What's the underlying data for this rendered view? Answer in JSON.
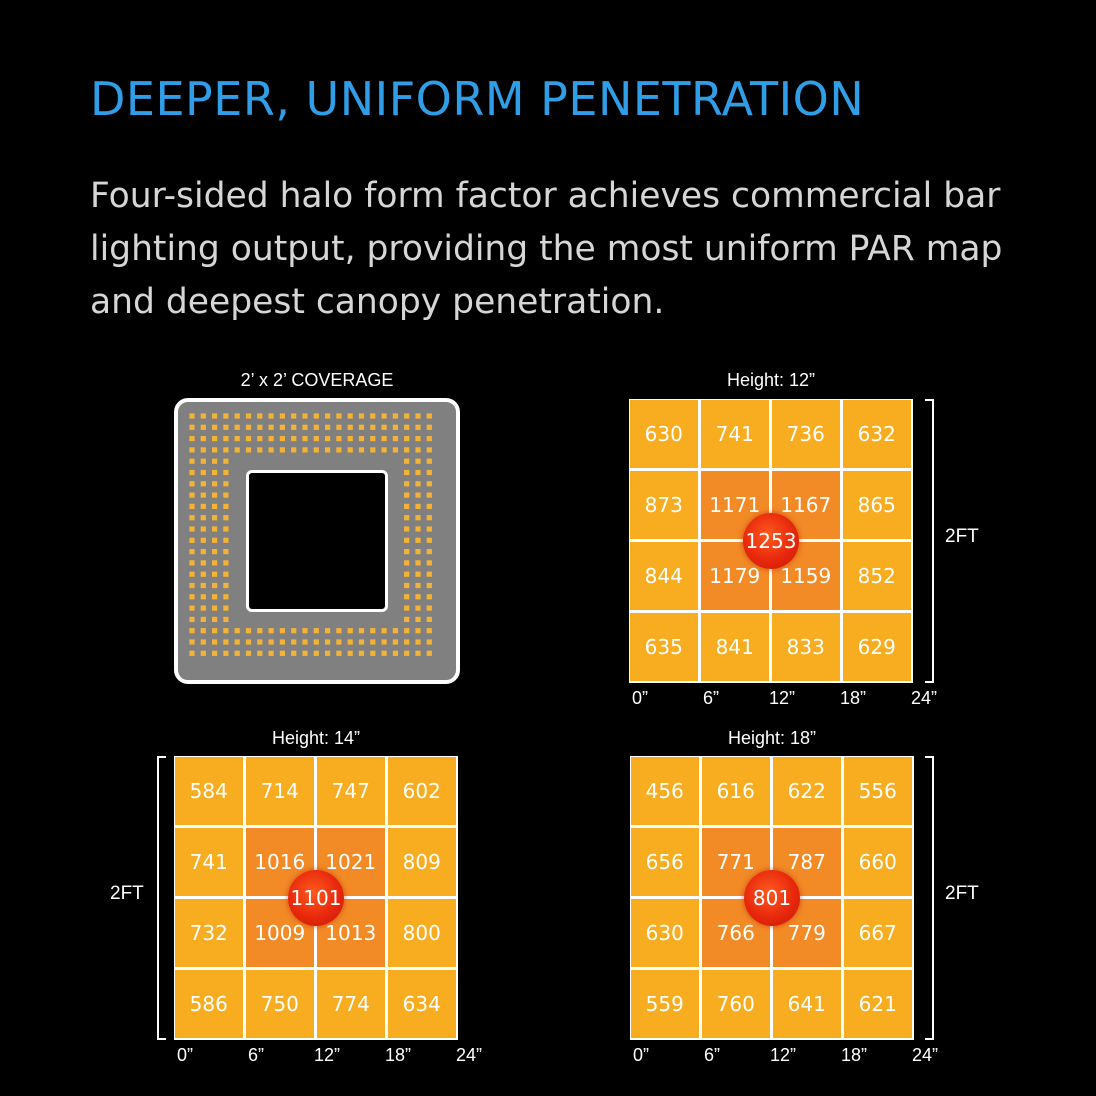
{
  "header": {
    "title": "DEEPER, UNIFORM PENETRATION",
    "subtitle": "Four-sided halo form factor achieves commercial bar lighting output, providing the most uniform PAR map and deepest canopy penetration."
  },
  "lamp": {
    "caption": "2’ x 2’ COVERAGE"
  },
  "colors": {
    "edge_cell": "#f7ad1f",
    "center_cell": "#f28a26",
    "peak": "#e8280c",
    "title": "#2f9ee6"
  },
  "chart_data": [
    {
      "type": "heatmap",
      "title": "Height: 12”",
      "values": [
        [
          630,
          741,
          736,
          632
        ],
        [
          873,
          1171,
          1167,
          865
        ],
        [
          844,
          1179,
          1159,
          852
        ],
        [
          635,
          841,
          833,
          629
        ]
      ],
      "peak": 1253,
      "x_ticks": [
        "0”",
        "6”",
        "12”",
        "18”",
        "24”"
      ],
      "side_label": "2FT",
      "side": "right"
    },
    {
      "type": "heatmap",
      "title": "Height: 14”",
      "values": [
        [
          584,
          714,
          747,
          602
        ],
        [
          741,
          1016,
          1021,
          809
        ],
        [
          732,
          1009,
          1013,
          800
        ],
        [
          586,
          750,
          774,
          634
        ]
      ],
      "peak": 1101,
      "x_ticks": [
        "0”",
        "6”",
        "12”",
        "18”",
        "24”"
      ],
      "side_label": "2FT",
      "side": "left"
    },
    {
      "type": "heatmap",
      "title": "Height: 18”",
      "values": [
        [
          456,
          616,
          622,
          556
        ],
        [
          656,
          771,
          787,
          660
        ],
        [
          630,
          766,
          779,
          667
        ],
        [
          559,
          760,
          641,
          621
        ]
      ],
      "peak": 801,
      "x_ticks": [
        "0”",
        "6”",
        "12”",
        "18”",
        "24”"
      ],
      "side_label": "2FT",
      "side": "right"
    }
  ]
}
